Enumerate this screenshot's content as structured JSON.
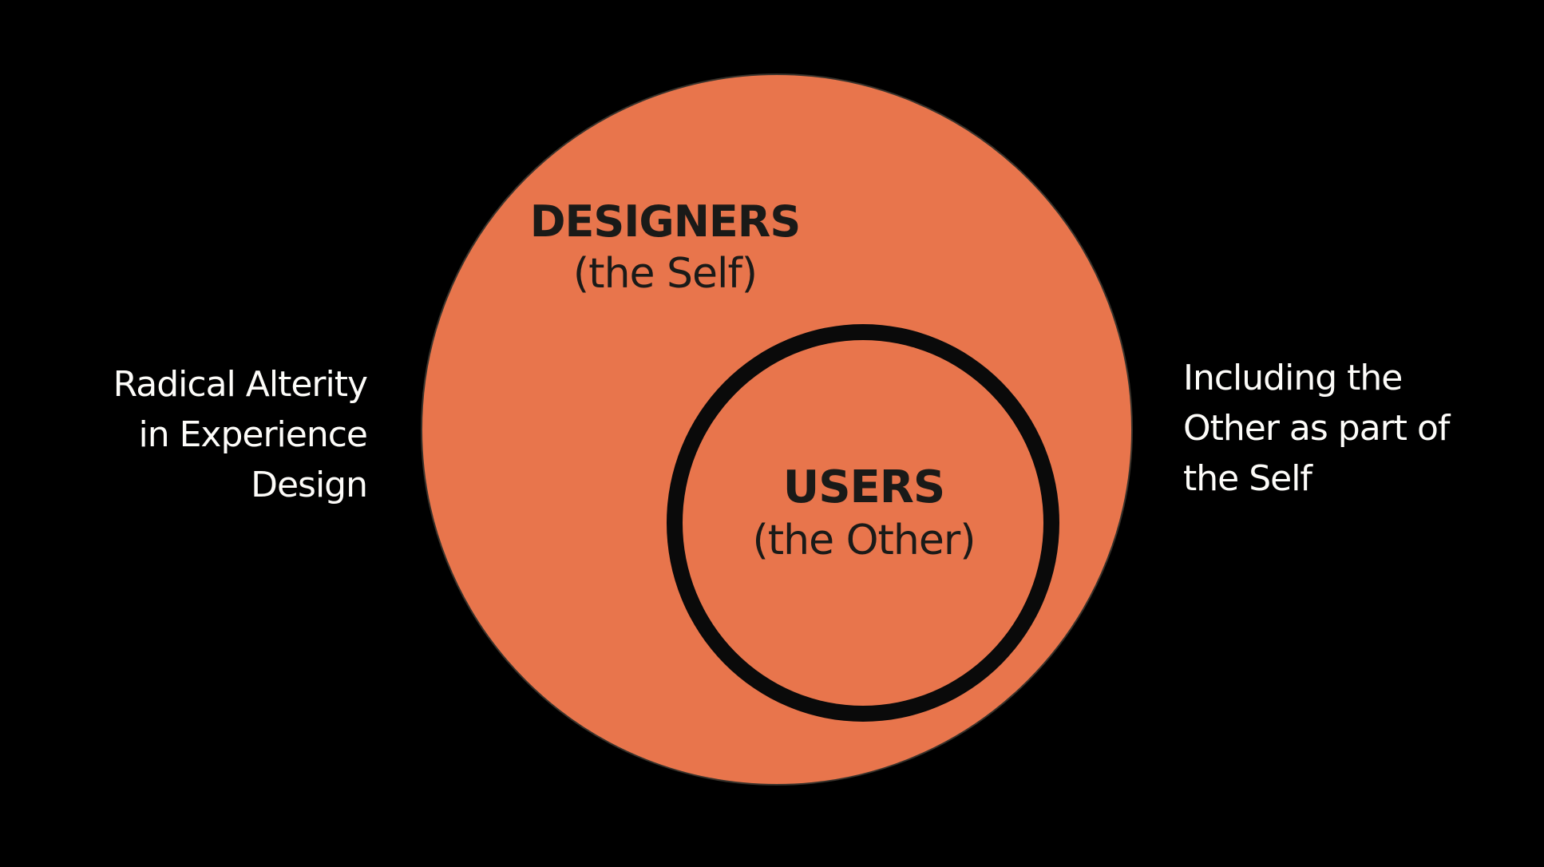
{
  "colors": {
    "background": "#000000",
    "outer_circle_fill": "#E8754C",
    "outer_circle_edge": "#38322B",
    "inner_circle_stroke": "#0A0A0A",
    "circle_label_text": "#1A1A18",
    "caption_text": "#FDFCF9"
  },
  "outer_circle": {
    "label": "DESIGNERS",
    "sublabel": "(the Self)"
  },
  "inner_circle": {
    "label": "USERS",
    "sublabel": "(the Other)"
  },
  "left_caption": {
    "lines": [
      "Radical Alterity",
      "in Experience",
      "Design"
    ]
  },
  "right_caption": {
    "lines": [
      "Including the",
      "Other as part of",
      "the Self"
    ]
  }
}
